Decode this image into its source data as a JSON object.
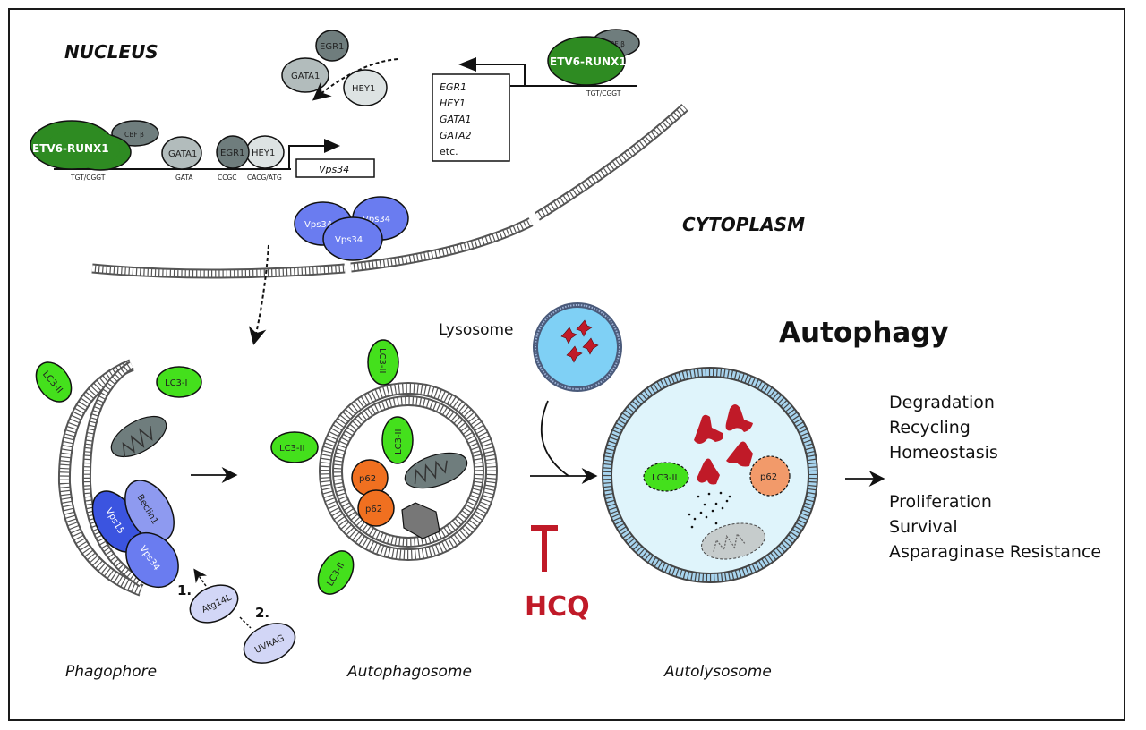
{
  "regions": {
    "nucleus": "NUCLEUS",
    "cytoplasm": "CYTOPLASM"
  },
  "title": "Autophagy",
  "nucleus": {
    "left_complex": {
      "fusion": "ETV6-RUNX1",
      "partner": "CBF β",
      "site": "TGT/CGGT"
    },
    "free_factors": [
      "EGR1",
      "GATA1",
      "HEY1"
    ],
    "promoter_factors": [
      {
        "name": "GATA1",
        "site": "GATA"
      },
      {
        "name": "EGR1",
        "site": "CCGC"
      },
      {
        "name": "HEY1",
        "site": "CACG/ATG"
      }
    ],
    "gene": "Vps34",
    "right_complex": {
      "fusion": "ETV6-RUNX1",
      "partner": "CBF β",
      "site": "TGT/CGGT"
    },
    "target_genes": [
      "EGR1",
      "HEY1",
      "GATA1",
      "GATA2",
      "etc."
    ]
  },
  "cytoplasm": {
    "vps34_cluster": [
      "Vps34",
      "Vps34",
      "Vps34"
    ]
  },
  "stages": {
    "phagophore": {
      "label": "Phagophore",
      "proteins": {
        "lc3_ii": "LC3-II",
        "lc3_i": "LC3-I",
        "vps15": "Vps15",
        "beclin1": "Beclin1",
        "vps34": "Vps34",
        "atg14l": "Atg14L",
        "uvrag": "UVRAG"
      },
      "steps": [
        "1.",
        "2."
      ]
    },
    "autophagosome": {
      "label": "Autophagosome",
      "lc3": [
        "LC3-II",
        "LC3-II",
        "LC3-II",
        "LC3-II"
      ],
      "p62": [
        "p62",
        "p62"
      ]
    },
    "lysosome": {
      "label": "Lysosome"
    },
    "inhibitor": {
      "label": "HCQ"
    },
    "autolysosome": {
      "label": "Autolysosome",
      "lc3": "LC3-II",
      "p62": "p62"
    }
  },
  "outcomes": {
    "group1": [
      "Degradation",
      "Recycling",
      "Homeostasis"
    ],
    "group2": [
      "Proliferation",
      "Survival",
      "Asparaginase Resistance"
    ]
  },
  "colors": {
    "etv6_green": "#2e8b22",
    "lc3_green": "#44e01c",
    "vps34_blue": "#6a7cf0",
    "vps15_blue": "#3b54e0",
    "beclin_blue": "#8e9af0",
    "atg_lavender": "#d2d6f6",
    "p62_orange": "#f07020",
    "hcq_red": "#c01a28",
    "lysosome_blue": "#7fd0f5",
    "autolysosome_fill": "#dff4fb",
    "grey_dark": "#6f7d7d",
    "grey_mid": "#b2bcbc",
    "grey_light": "#dde3e3"
  }
}
